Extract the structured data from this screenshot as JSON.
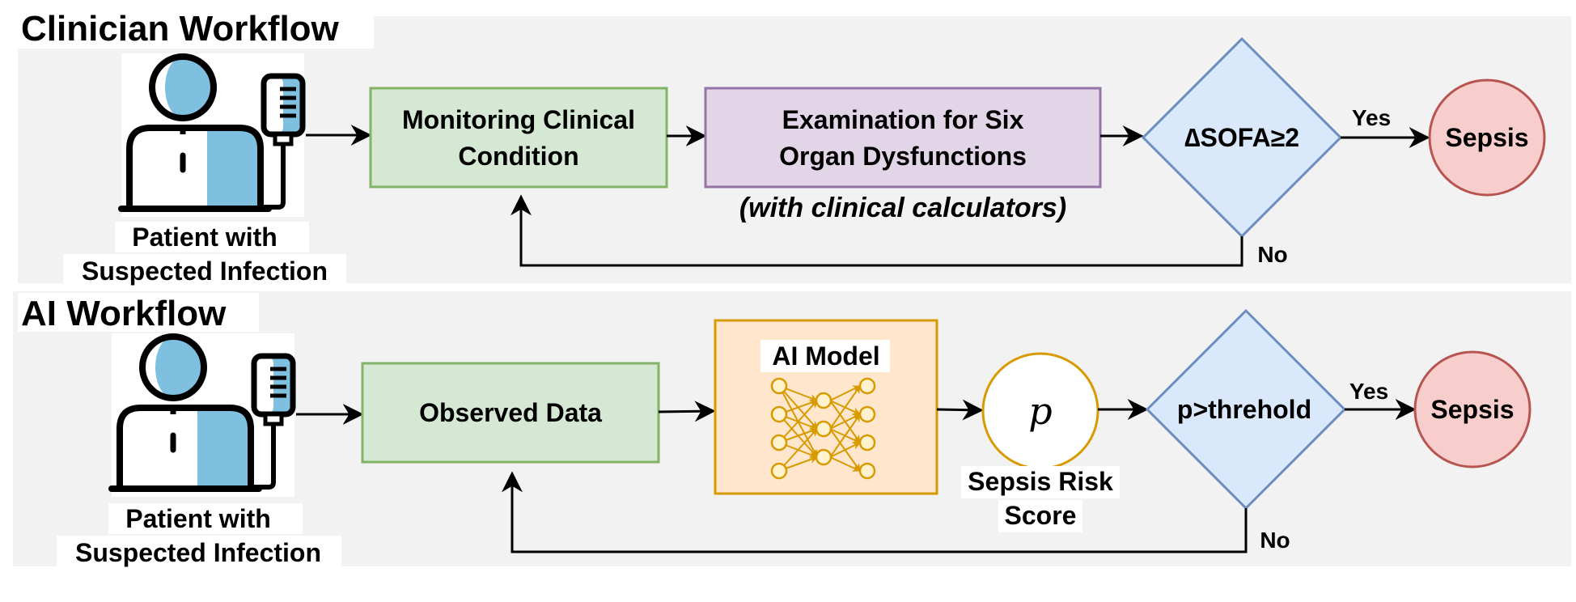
{
  "clinician": {
    "title": "Clinician Workflow",
    "patient_line1": "Patient with",
    "patient_line2": "Suspected Infection",
    "monitor_line1": "Monitoring Clinical",
    "monitor_line2": "Condition",
    "exam_line1": "Examination for Six",
    "exam_line2": "Organ Dysfunctions",
    "exam_note": "(with clinical calculators)",
    "decision": "∆SOFA≥2",
    "yes": "Yes",
    "no": "No",
    "outcome": "Sepsis"
  },
  "ai": {
    "title": "AI Workflow",
    "patient_line1": "Patient with",
    "patient_line2": "Suspected Infection",
    "observed": "Observed Data",
    "model": "AI Model",
    "score_symbol": "p",
    "score_line1": "Sepsis Risk",
    "score_line2": "Score",
    "decision": "p>threhold",
    "yes": "Yes",
    "no": "No",
    "outcome": "Sepsis"
  },
  "colors": {
    "panel": "#f2f2f2",
    "green_fill": "#d5e8d4",
    "green_stroke": "#82b366",
    "purple_fill": "#e1d5e7",
    "purple_stroke": "#9673a6",
    "blue_fill": "#dae8fc",
    "blue_stroke": "#6c8ebf",
    "red_fill": "#f8cecc",
    "red_stroke": "#b85450",
    "orange_fill": "#ffe6cc",
    "orange_stroke": "#d79b00",
    "yellow_fill": "#fff2cc",
    "icon_blue": "#7fbfdf"
  },
  "icons": [
    "patient-iv-icon",
    "neural-network-icon"
  ]
}
